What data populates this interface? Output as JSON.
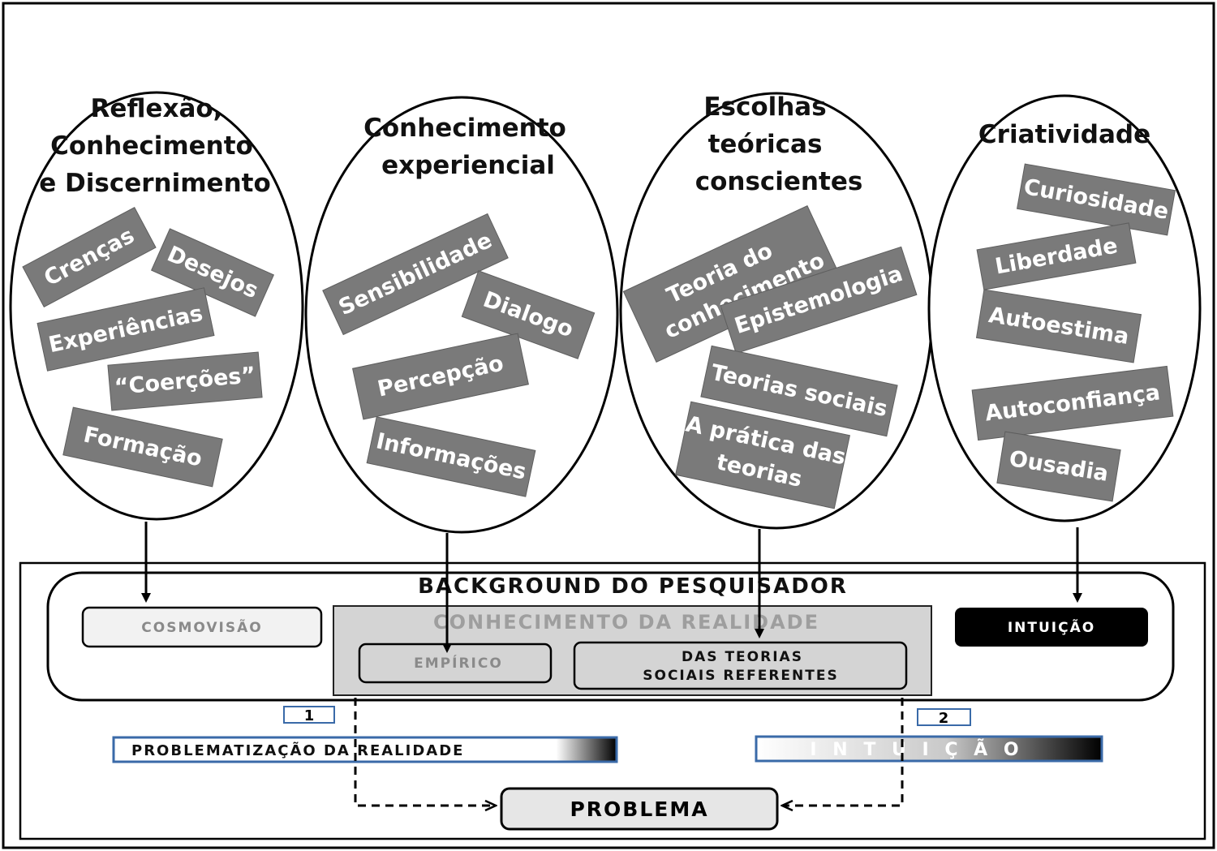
{
  "ellipses": [
    {
      "title_lines": [
        "Reflexão,",
        "Conhecimento",
        "e Discernimento"
      ],
      "chips": [
        "Crenças",
        "Desejos",
        "Experiências",
        "“Coerções”",
        "Formação"
      ]
    },
    {
      "title_lines": [
        "Conhecimento",
        "experiencial"
      ],
      "chips": [
        "Sensibilidade",
        "Dialogo",
        "Percepção",
        "Informações"
      ]
    },
    {
      "title_lines": [
        "Escolhas",
        "teóricas",
        "conscientes"
      ],
      "chips": [
        "Teoria do",
        "conhecimento",
        "Epistemologia",
        "Teorias sociais",
        "A prática das",
        "teorias"
      ]
    },
    {
      "title_lines": [
        "Criatividade"
      ],
      "chips": [
        "Curiosidade",
        "Liberdade",
        "Autoestima",
        "Autoconfiança",
        "Ousadia"
      ]
    }
  ],
  "background": {
    "title": "BACKGROUND DO PESQUISADOR",
    "cosmovisao": "COSMOVISÃO",
    "conhecimento_title": "CONHECIMENTO DA REALIDADE",
    "empirico": "EMPÍRICO",
    "teorias_line1": "DAS TEORIAS",
    "teorias_line2": "SOCIAIS REFERENTES",
    "intuicao": "INTUIÇÃO"
  },
  "paths": {
    "marker1": "1",
    "marker2": "2",
    "problematizacao": "PROBLEMATIZAÇÃO  DA REALIDADE",
    "intuicao_spaced": "I N T U I Ç Ã O",
    "problema": "PROBLEMA"
  },
  "colors": {
    "chip_fill": "#7a7a7a",
    "intuicao_box": "#000000",
    "conhecimento_fill": "#d4d4d4"
  }
}
